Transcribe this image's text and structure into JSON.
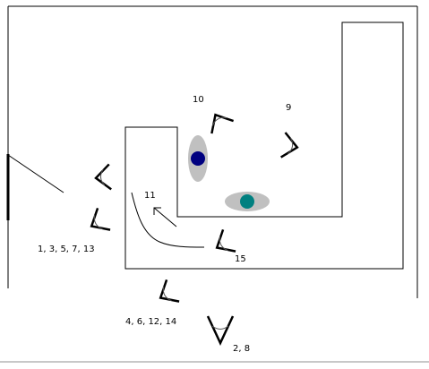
{
  "labels": {
    "camera_10": "10",
    "camera_9": "9",
    "camera_11": "11",
    "camera_1_3_5_7_13": "1, 3, 5, 7, 13",
    "camera_15": "15",
    "camera_4_6_12_14": "4, 6, 12, 14",
    "camera_2_8": "2, 8"
  },
  "colors": {
    "wall": "#000000",
    "blob": "#c0c0c0",
    "marker_navy": "#000080",
    "marker_teal": "#008080",
    "page_bottom": "#c8c8c8"
  }
}
